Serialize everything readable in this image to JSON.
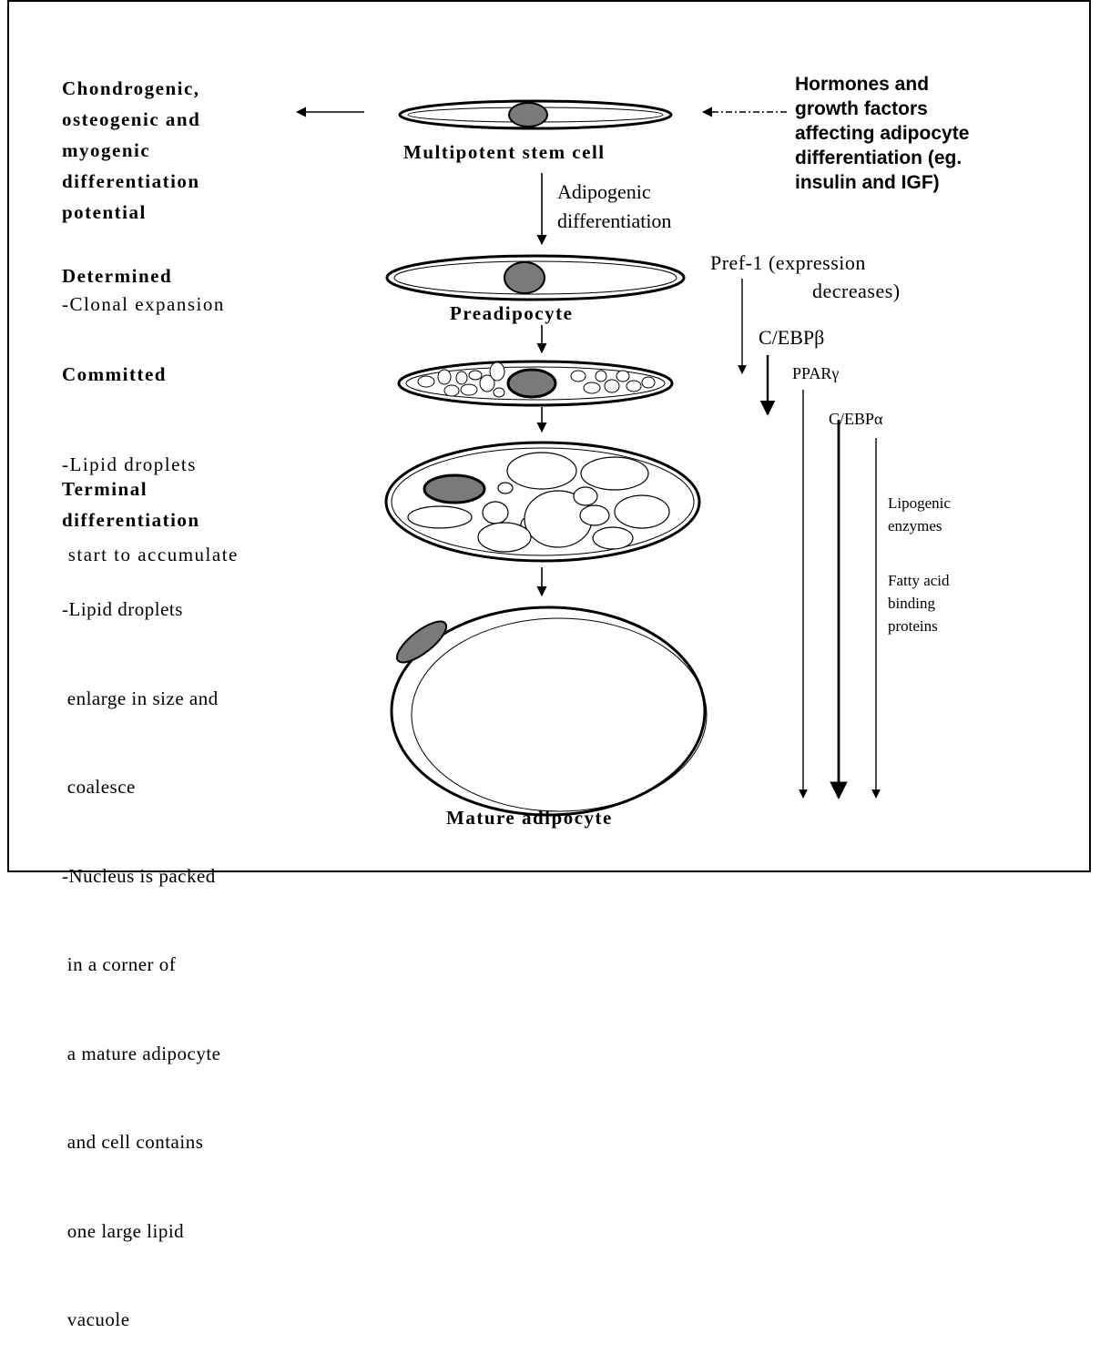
{
  "stages": {
    "stem_cell": "Multipotent stem cell",
    "differentiation_step": [
      "Adipogenic",
      "differentiation"
    ],
    "preadipocyte": "Preadipocyte",
    "mature": "Mature adipocyte"
  },
  "left_notes": {
    "potential": [
      "Chondrogenic,",
      "osteogenic and",
      "myogenic",
      "differentiation",
      "potential"
    ],
    "determined_title": "Determined",
    "determined_desc": "-Clonal expansion",
    "committed_title": "Committed",
    "committed_desc": [
      "-Lipid droplets",
      " start to accumulate"
    ],
    "terminal_title": [
      "Terminal",
      "differentiation"
    ],
    "terminal_desc": [
      "-Lipid droplets",
      " enlarge in size and",
      " coalesce",
      "-Nucleus is packed",
      " in a corner of",
      " a mature adipocyte",
      " and cell contains",
      " one large lipid",
      " vacuole"
    ]
  },
  "right_notes": {
    "hormones": [
      "Hormones and",
      "growth factors",
      "affecting adipocyte",
      "differentiation (eg.",
      "insulin and IGF)"
    ],
    "pref1": [
      "Pref-1 (expression",
      "decreases)"
    ],
    "cebp_beta": "C/EBPβ",
    "ppar_gamma": "PPARγ",
    "cebp_alpha": "C/EBPα",
    "lipogenic": [
      "Lipogenic",
      "enzymes"
    ],
    "fatty_acid": [
      "Fatty acid",
      "binding",
      "proteins"
    ]
  },
  "colors": {
    "nucleus": "#7a7a7a",
    "line": "#000000",
    "background": "#ffffff"
  }
}
